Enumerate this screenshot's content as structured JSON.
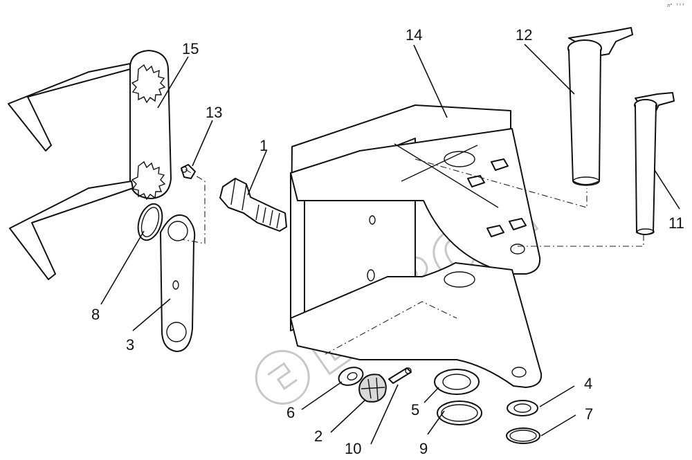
{
  "watermark": {
    "text": "БИЗОН"
  },
  "corner_mark": "лᴿ ᴵᴵᴵ",
  "callouts": [
    {
      "id": "1",
      "label": "1"
    },
    {
      "id": "2",
      "label": "2"
    },
    {
      "id": "3",
      "label": "3"
    },
    {
      "id": "4",
      "label": "4"
    },
    {
      "id": "5",
      "label": "5"
    },
    {
      "id": "6",
      "label": "6"
    },
    {
      "id": "7",
      "label": "7"
    },
    {
      "id": "8",
      "label": "8"
    },
    {
      "id": "9",
      "label": "9"
    },
    {
      "id": "10",
      "label": "10"
    },
    {
      "id": "11",
      "label": "11"
    },
    {
      "id": "12",
      "label": "12"
    },
    {
      "id": "13",
      "label": "13"
    },
    {
      "id": "14",
      "label": "14"
    },
    {
      "id": "15",
      "label": "15"
    }
  ]
}
